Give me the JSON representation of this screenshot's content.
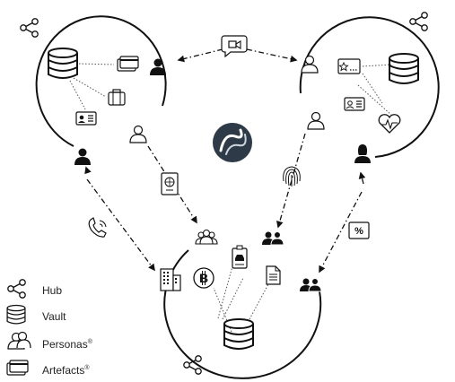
{
  "legend": {
    "hub": "Hub",
    "vault": "Vault",
    "personas": "Personas",
    "personas_mark": "®",
    "artefacts": "Artefacts",
    "artefacts_mark": "®"
  },
  "icons": {
    "percent_symbol": "%",
    "bitcoin_symbol": "B"
  },
  "colors": {
    "stroke": "#111111",
    "logo_bg": "#2e3a48",
    "background": "#ffffff"
  }
}
